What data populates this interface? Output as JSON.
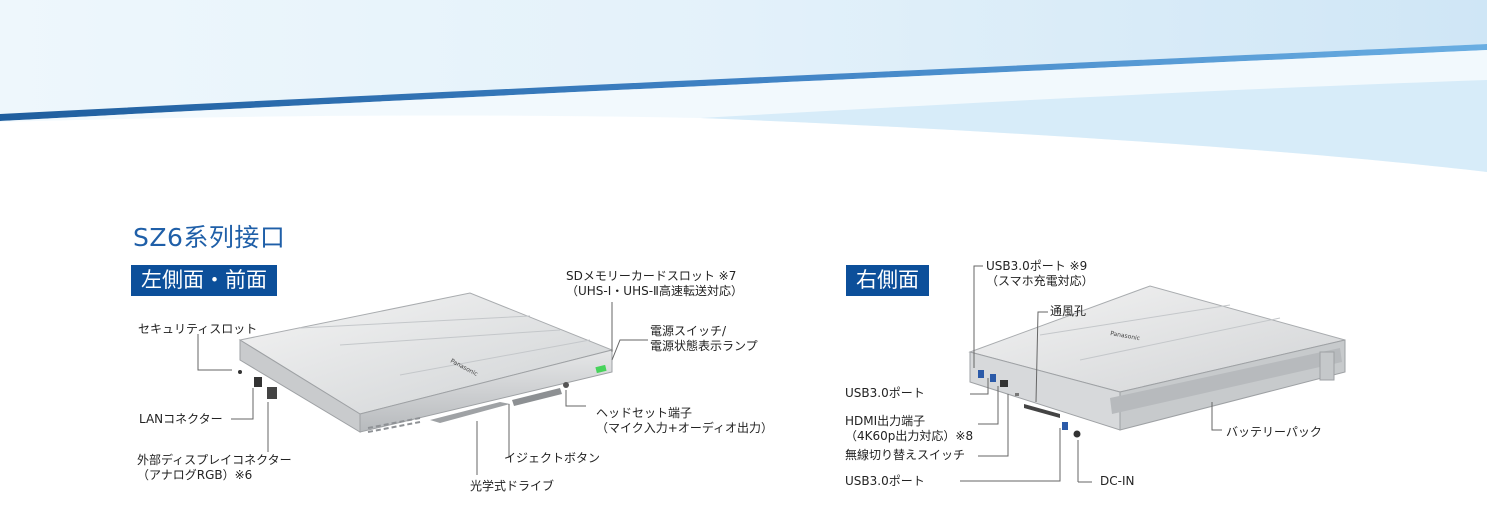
{
  "title": "SZ6系列接口",
  "left_panel": {
    "badge": "左側面・前面",
    "labels": {
      "security": "セキュリティスロット",
      "lan": "LANコネクター",
      "ext_display_1": "外部ディスプレイコネクター",
      "ext_display_2": "（アナログRGB）※6",
      "sd_1": "SDメモリーカードスロット ※7",
      "sd_2": "（UHS-I・UHS-Ⅱ高速転送対応）",
      "power_1": "電源スイッチ/",
      "power_2": "電源状態表示ランプ",
      "headset_1": "ヘッドセット端子",
      "headset_2": "（マイク入力+オーディオ出力）",
      "eject": "イジェクトボタン",
      "optical": "光学式ドライブ"
    }
  },
  "right_panel": {
    "badge": "右側面",
    "labels": {
      "usb_top_1": "USB3.0ポート ※9",
      "usb_top_2": "（スマホ充電対応）",
      "vent": "通風孔",
      "usb_mid": "USB3.0ポート",
      "hdmi_1": "HDMI出力端子",
      "hdmi_2": "（4K60p出力対応）※8",
      "wireless": "無線切り替えスイッチ",
      "usb_bottom": "USB3.0ポート",
      "battery": "バッテリーパック",
      "dcin": "DC-IN"
    }
  },
  "colors": {
    "badge_bg": "#0c4f9a",
    "title": "#1f5fa8",
    "banner_light": "#d6ebf8",
    "banner_dark": "#2d6fb6"
  }
}
